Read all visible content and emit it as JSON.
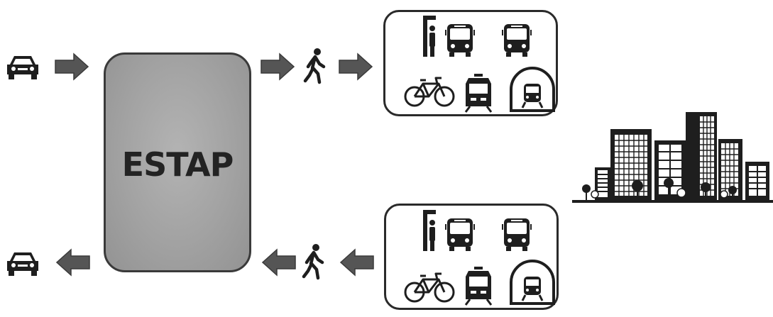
{
  "hub": {
    "label": "ESTAP"
  },
  "flows": [
    {
      "direction": "inbound",
      "sequence": [
        "car-icon",
        "arrow-right",
        "hub",
        "arrow-right",
        "pedestrian-icon",
        "arrow-right",
        "transit-modes"
      ]
    },
    {
      "direction": "outbound",
      "sequence": [
        "transit-modes",
        "arrow-left",
        "pedestrian-icon",
        "arrow-left",
        "hub",
        "arrow-left",
        "car-icon"
      ]
    }
  ],
  "transit_modes": [
    "bus-stop-icon",
    "bus-icon",
    "bus-icon",
    "bicycle-icon",
    "tram-icon",
    "subway-icon"
  ],
  "destination": "city-skyline-icon",
  "colors": {
    "arrow": "#555555",
    "hub_fill": "#a6a6a6",
    "stroke": "#1e1e1e"
  }
}
